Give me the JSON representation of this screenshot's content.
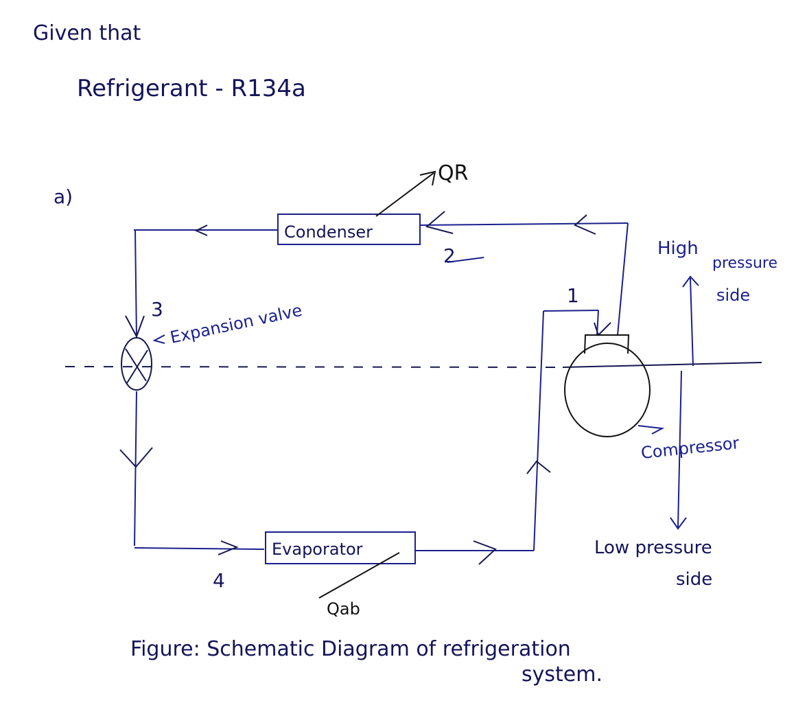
{
  "header": {
    "given_line": "Given that",
    "refrigerant_line": "Refrigerant - R134a"
  },
  "part_label": "a)",
  "components": {
    "condenser": "Condenser",
    "evaporator": "Evaporator",
    "expansion_valve": "Expansion valve",
    "compressor": "Compressor"
  },
  "heat_labels": {
    "rejected": "QR",
    "absorbed": "Qab"
  },
  "state_points": {
    "p1": "1",
    "p2": "2",
    "p3": "3",
    "p4": "4"
  },
  "pressure_sides": {
    "high_line1": "High",
    "high_line2": "pressure",
    "high_line3": "side",
    "low_line1": "Low pressure",
    "low_line2": "side"
  },
  "caption": {
    "line1": "Figure: Schematic Diagram of refrigeration",
    "line2": "system."
  },
  "colors": {
    "ink_blue": "#1a1f8c",
    "ink_dark": "#161650",
    "paper": "#ffffff"
  }
}
